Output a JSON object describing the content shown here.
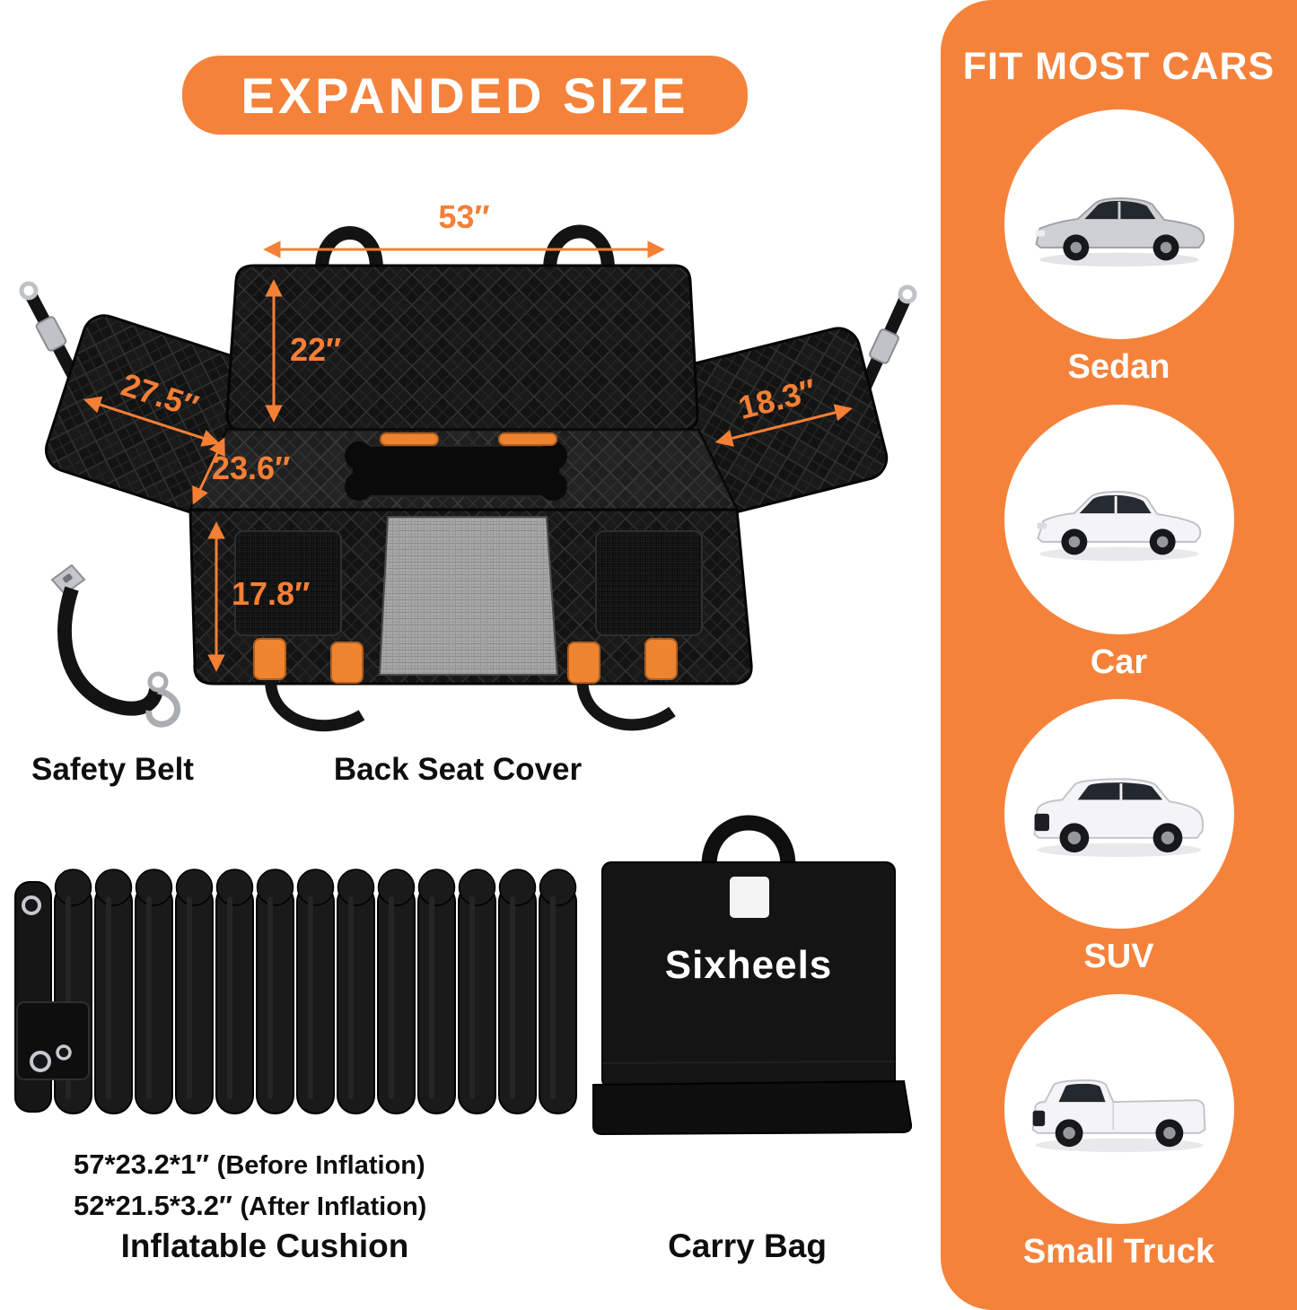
{
  "colors": {
    "accent_orange": "#f5823b",
    "dimension_orange": "#f57f35",
    "background": "#ffffff",
    "product_black": "#191919"
  },
  "banner": {
    "title": "EXPANDED SIZE"
  },
  "diagram": {
    "dimensions": {
      "top_width": "53″",
      "back_height": "22″",
      "left_flap": "27.5″",
      "right_flap": "18.3″",
      "seat_depth": "23.6″",
      "front_height": "17.8″"
    },
    "labels": {
      "safety_belt": "Safety Belt",
      "back_seat_cover": "Back Seat Cover"
    }
  },
  "cushion": {
    "size_before": "57*23.2*1″",
    "size_before_note": "(Before Inflation)",
    "size_after": "52*21.5*3.2″",
    "size_after_note": "(After Inflation)",
    "label": "Inflatable Cushion"
  },
  "bag": {
    "brand": "Sixheels",
    "label": "Carry Bag"
  },
  "side_panel": {
    "title": "FIT MOST CARS",
    "vehicles": [
      {
        "label": "Sedan"
      },
      {
        "label": "Car"
      },
      {
        "label": "SUV"
      },
      {
        "label": "Small Truck"
      }
    ]
  }
}
